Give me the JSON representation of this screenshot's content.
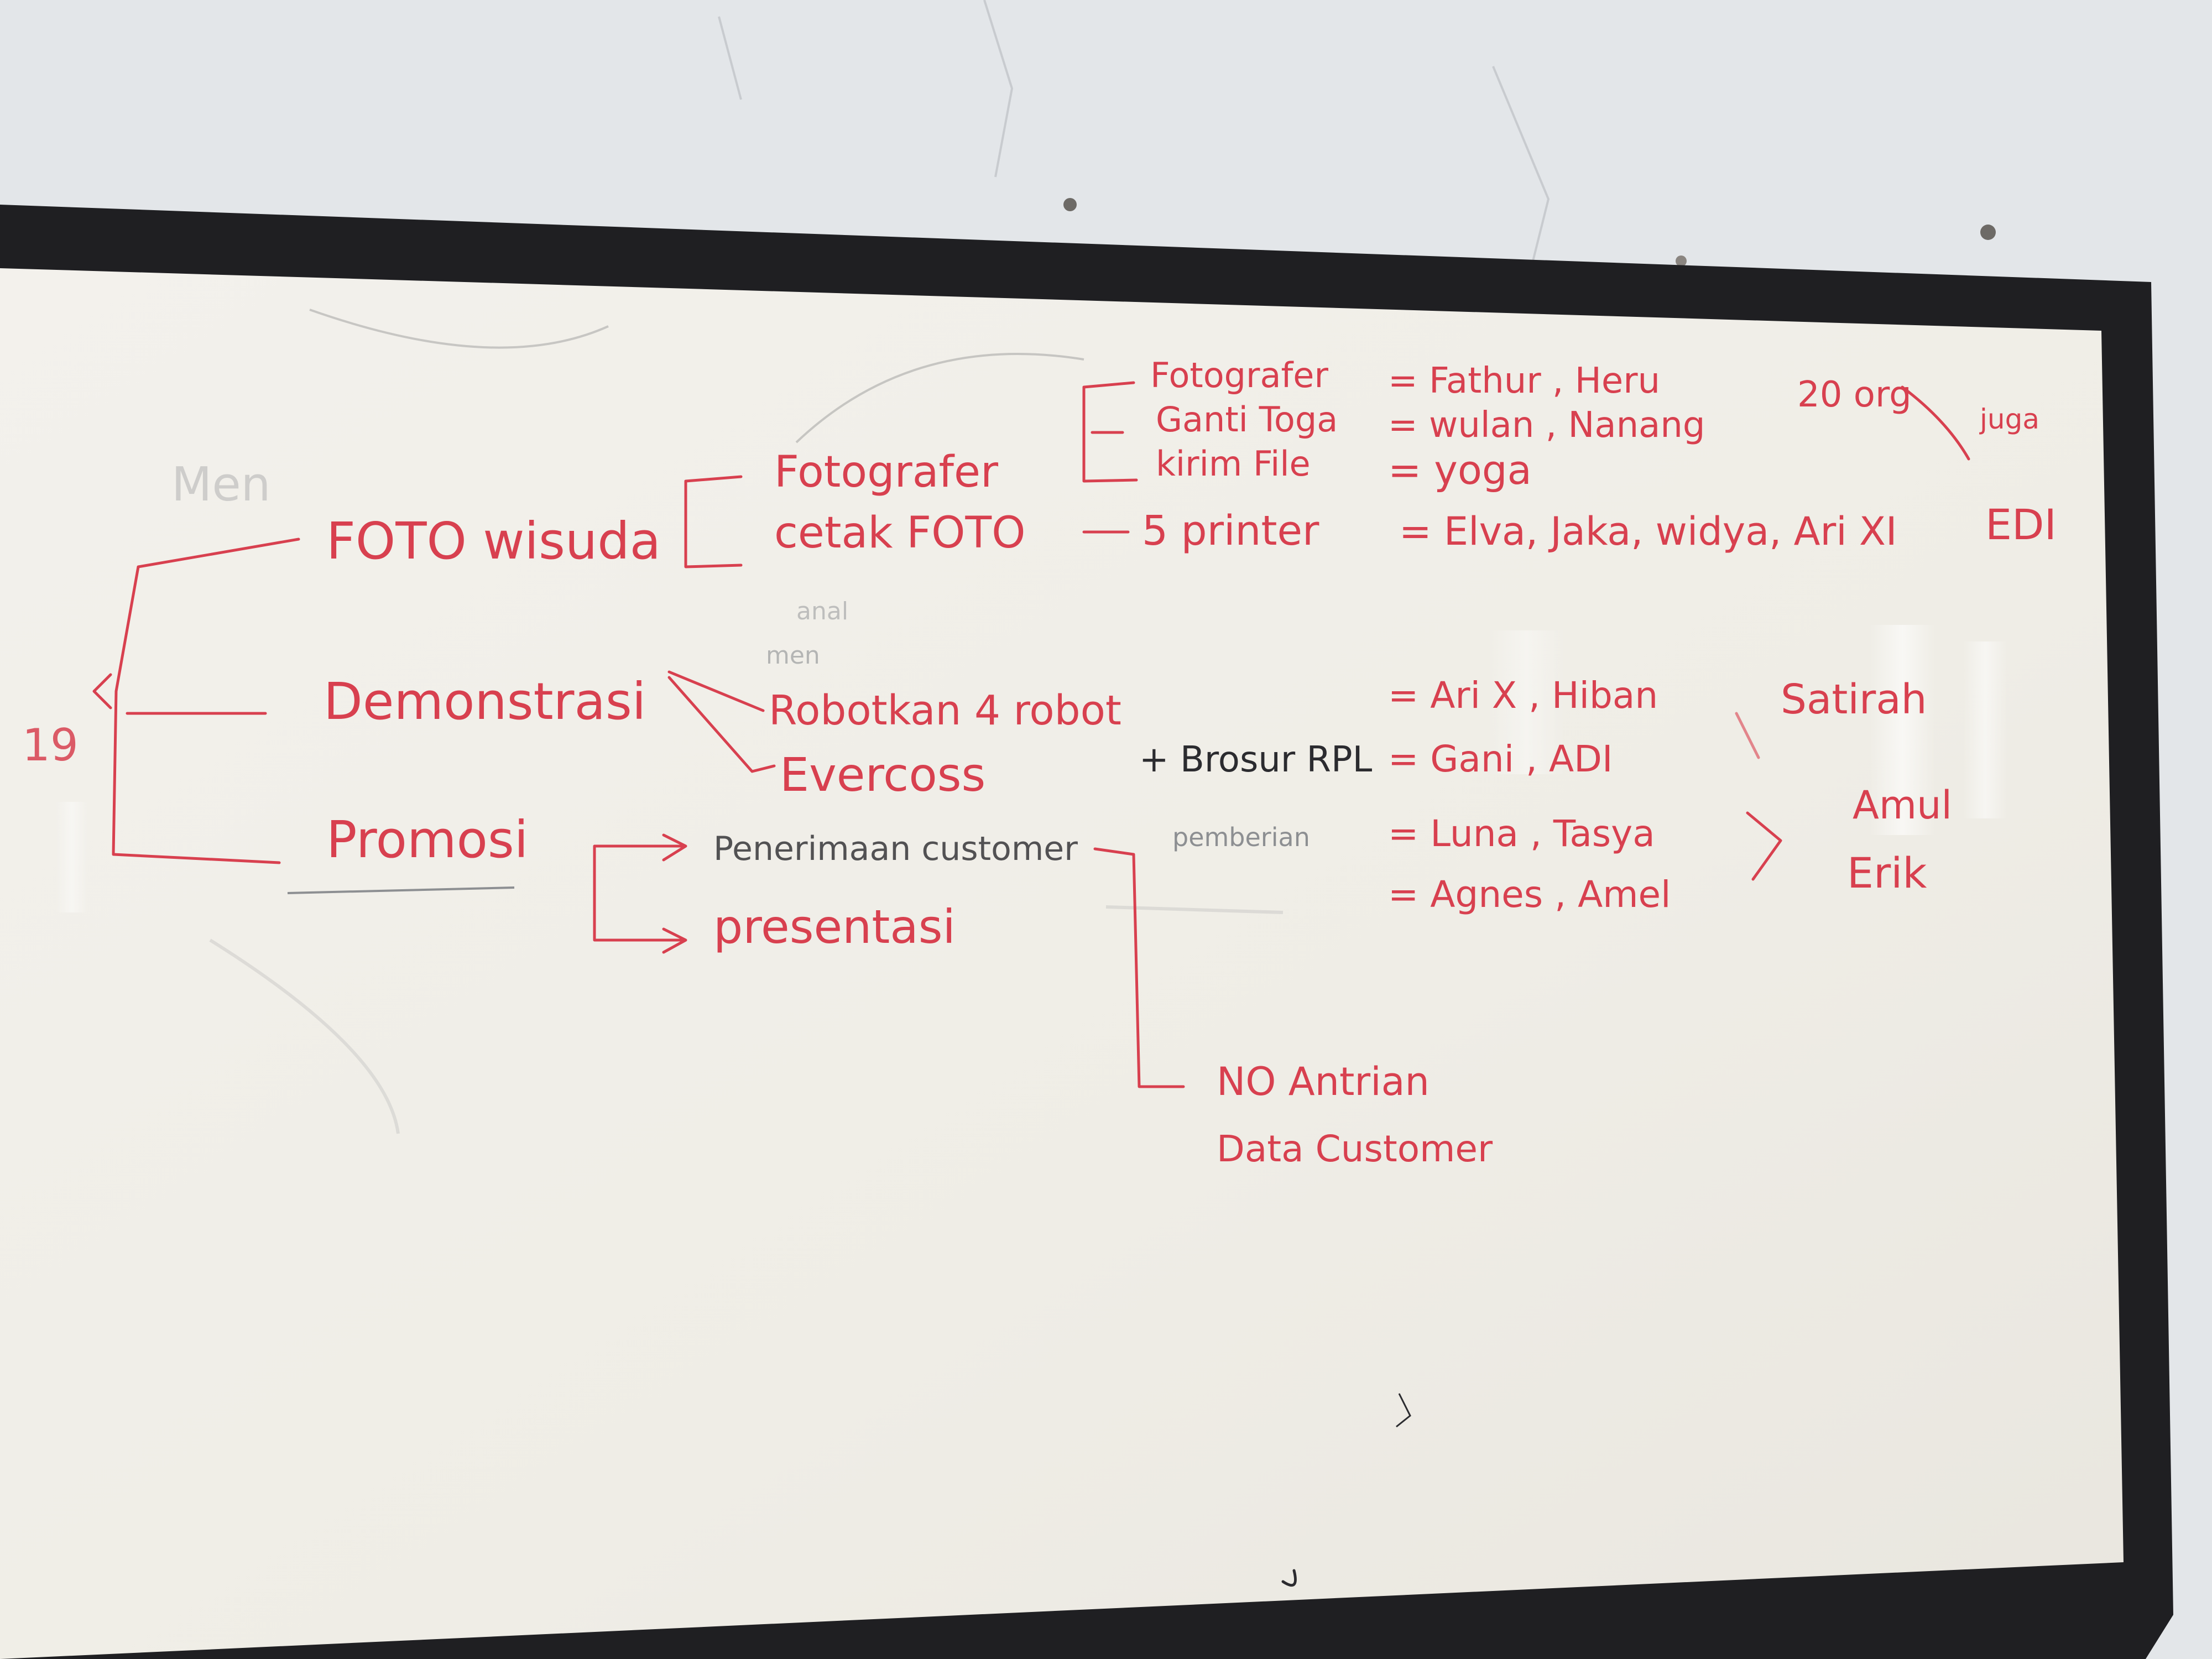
{
  "colors": {
    "wall": "#e3e6e9",
    "frame": "#1f1f22",
    "board": "#f1efe9",
    "red_marker": "#d8404f",
    "black_marker": "#2b2b2f"
  },
  "whiteboard": {
    "faint_top_left": "Men",
    "side_number": "19",
    "branches": {
      "foto_wisuda": "FOTO wisuda",
      "demonstrasi": "Demonstrasi",
      "promosi": "Promosi"
    },
    "foto_wisuda_items": {
      "fotografer": "Fotografer",
      "cetak_foto": "cetak FOTO",
      "printer": "5 printer",
      "printer_team": "= Elva, Jaka, widya, Ari XI",
      "printer_extra": "EDI"
    },
    "fotografer_tasks": [
      {
        "task": "Fotografer",
        "names": "= Fathur , Heru"
      },
      {
        "task": "Ganti Toga",
        "names": "= wulan , Nanang"
      },
      {
        "task": "kirim File",
        "names": "= yoga"
      }
    ],
    "fotografer_note": "20 org",
    "fotografer_note_side": "juga",
    "faint_under_printer": "anal",
    "faint_men": "men",
    "demonstrasi_items": {
      "robot": "Robotkan 4 robot",
      "robot_team": "= Ari X , Hiban",
      "robot_extra": "Satirah",
      "evercoss": "Evercoss",
      "brosur": "+ Brosur RPL",
      "evercoss_team": "= Gani , ADI"
    },
    "promosi_items": {
      "penerimaan": "Penerimaan customer",
      "pemberian": "pemberian",
      "presentasi": "presentasi",
      "penerimaan_team": "= Luna , Tasya",
      "penerimaan_extra": "Amul",
      "presentasi_team": "= Agnes , Amel",
      "presentasi_extra": "Erik"
    },
    "promosi_sub": {
      "antrian": "NO Antrian",
      "data": "Data Customer"
    }
  }
}
